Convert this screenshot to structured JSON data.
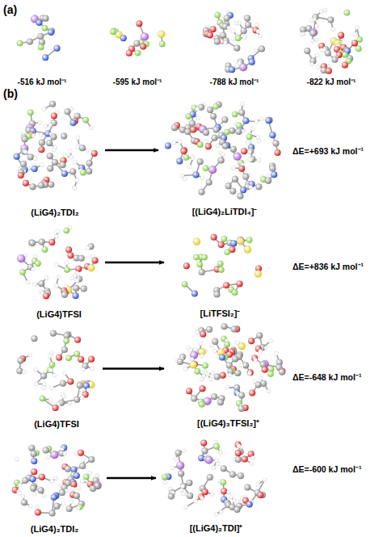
{
  "diagram": {
    "nodes": [
      {
        "text": [
          "(LiG4)₂TDI₂"
        ]
      },
      {
        "text": [
          "[(LiG4)₂LiTDI₄]⁻"
        ]
      },
      {
        "text": [
          "(LiG4)TFSI"
        ]
      },
      {
        "text": [
          "[LiTFSI₂]⁻"
        ]
      },
      {
        "text": [
          "(LiG4)TFSI"
        ]
      },
      {
        "text": [
          "[(LiG4)₃TFSI₂]⁺"
        ]
      },
      {
        "text": [
          "(LiG4)₂TDI₂"
        ]
      },
      {
        "text": [
          "[(LiG4)₂TDI]⁺"
        ]
      }
    ],
    "edges": [
      {
        "from": 0,
        "to": 1,
        "arrow": "to"
      },
      {
        "from": 2,
        "to": 3,
        "arrow": "to"
      },
      {
        "from": 4,
        "to": 5,
        "arrow": "to"
      },
      {
        "from": 6,
        "to": 7,
        "arrow": "to"
      }
    ],
    "labels": [
      "(a)",
      "-516 kJ mol⁻¹",
      "-595 kJ mol⁻¹",
      "-788 kJ mol⁻¹",
      "-822 kJ mol⁻¹",
      "(b)",
      "ΔE=+693 kJ mol⁻¹",
      "ΔE=+836 kJ mol⁻¹",
      "ΔE=-648 kJ mol⁻¹",
      "ΔE=-600 kJ mol⁻¹"
    ]
  }
}
